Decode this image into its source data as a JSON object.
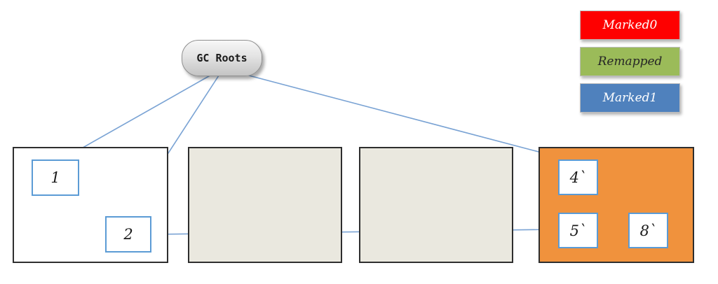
{
  "gc_roots": {
    "label": "GC Roots"
  },
  "legend": {
    "items": [
      {
        "label": "Marked0",
        "color": "#fe0000",
        "text_color": "#ffffff"
      },
      {
        "label": "Remapped",
        "color": "#9bbb59",
        "text_color": "#262626"
      },
      {
        "label": "Marked1",
        "color": "#4f81bd",
        "text_color": "#ffffff"
      }
    ]
  },
  "regions": [
    {
      "name": "region-1",
      "fill": "#ffffff"
    },
    {
      "name": "region-2",
      "fill": "#eae8df"
    },
    {
      "name": "region-3",
      "fill": "#eae8df"
    },
    {
      "name": "region-4",
      "fill": "#f0923d"
    }
  ],
  "objects": [
    {
      "id": "obj-1",
      "label": "1"
    },
    {
      "id": "obj-2",
      "label": "2"
    },
    {
      "id": "obj-4",
      "label": "4`"
    },
    {
      "id": "obj-5",
      "label": "5`"
    },
    {
      "id": "obj-8",
      "label": "8`"
    }
  ],
  "arrows": [
    {
      "from": "gc-roots",
      "to": "1"
    },
    {
      "from": "gc-roots",
      "to": "2"
    },
    {
      "from": "gc-roots",
      "to": "4`"
    },
    {
      "from": "2",
      "to": "5`"
    },
    {
      "from": "4`",
      "to": "5`"
    },
    {
      "from": "5`",
      "to": "8`"
    }
  ],
  "arrow_color": "#7aa3d4"
}
